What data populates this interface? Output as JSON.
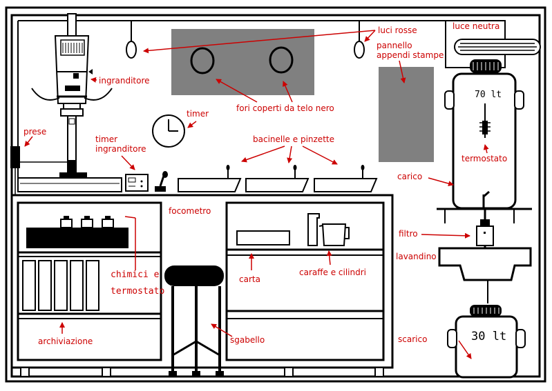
{
  "labels": {
    "luci_rosse": "luci rosse",
    "luce_neutra": "luce neutra",
    "pannello_1": "pannello",
    "pannello_2": "appendi stampe",
    "ingranditore": "ingranditore",
    "fori": "fori coperti da telo nero",
    "timer": "timer",
    "prese": "prese",
    "timer_ingr_1": "timer",
    "timer_ingr_2": "ingranditore",
    "bacinelle": "bacinelle e pinzette",
    "termostato": "termostato",
    "carico": "carico",
    "focometro": "focometro",
    "filtro": "filtro",
    "lavandino": "lavandino",
    "chimici_1": "chimici e",
    "chimici_2": "termostato",
    "carta": "carta",
    "caraffe": "caraffe e cilindri",
    "archiviazione": "archiviazione",
    "sgabello": "sgabello",
    "scarico": "scarico"
  },
  "tanks": {
    "top_volume": "70 lt",
    "bottom_volume": "30 lt"
  },
  "colors": {
    "label": "#cc0000",
    "outline": "#000000",
    "panel_gray": "#808080"
  }
}
